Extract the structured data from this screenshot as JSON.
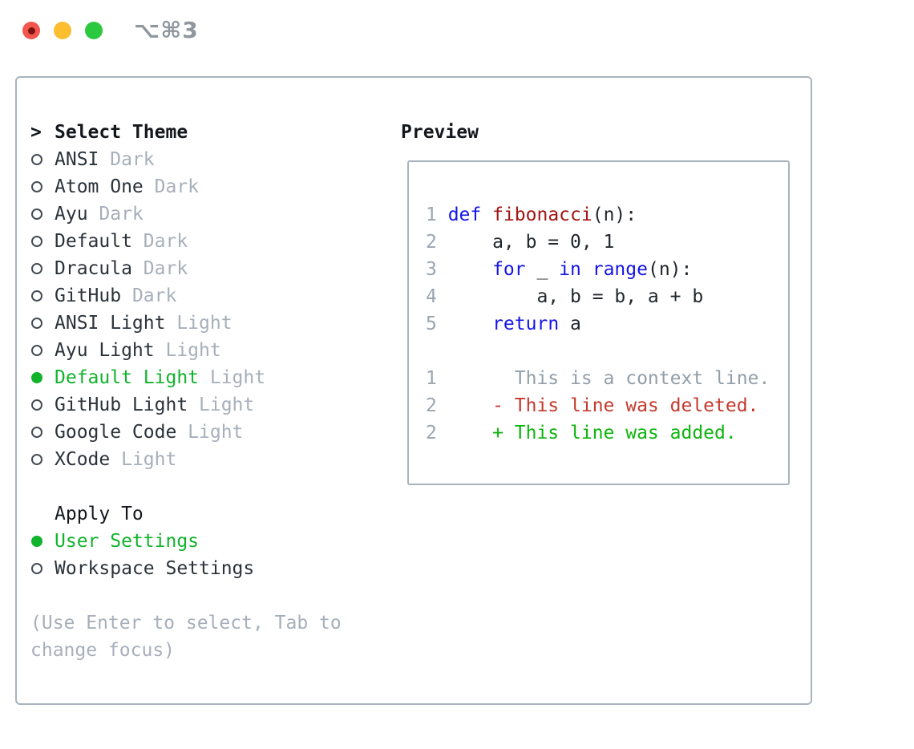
{
  "window": {
    "shortcut_label": "⌥⌘3"
  },
  "colors": {
    "green": "#12b32c",
    "add-green": "#0db50d",
    "blue": "#1414e8",
    "dark-red": "#a31515",
    "red": "#c43a2e",
    "muted": "#a7afbb",
    "line-number": "#9aa5b2",
    "context": "#939ea9",
    "border": "#aab3bd",
    "traffic-red": "#f2564d",
    "traffic-yellow": "#fcbd2e",
    "traffic-green": "#2bc840"
  },
  "theme_list": {
    "prompt": ">",
    "title": "Select Theme",
    "items": [
      {
        "name": "ANSI",
        "variant": "Dark",
        "selected": false
      },
      {
        "name": "Atom One",
        "variant": "Dark",
        "selected": false
      },
      {
        "name": "Ayu",
        "variant": "Dark",
        "selected": false
      },
      {
        "name": "Default",
        "variant": "Dark",
        "selected": false
      },
      {
        "name": "Dracula",
        "variant": "Dark",
        "selected": false
      },
      {
        "name": "GitHub",
        "variant": "Dark",
        "selected": false
      },
      {
        "name": "ANSI Light",
        "variant": "Light",
        "selected": false
      },
      {
        "name": "Ayu Light",
        "variant": "Light",
        "selected": false
      },
      {
        "name": "Default Light",
        "variant": "Light",
        "selected": true
      },
      {
        "name": "GitHub Light",
        "variant": "Light",
        "selected": false
      },
      {
        "name": "Google Code",
        "variant": "Light",
        "selected": false
      },
      {
        "name": "XCode",
        "variant": "Light",
        "selected": false
      }
    ]
  },
  "apply_to": {
    "title": "Apply To",
    "options": [
      {
        "label": "User Settings",
        "selected": true
      },
      {
        "label": "Workspace Settings",
        "selected": false
      }
    ]
  },
  "footer_hint": {
    "line1": "(Use Enter to select, Tab to",
    "line2": "change focus)"
  },
  "preview": {
    "title": "Preview",
    "lines": [
      {
        "num": "1",
        "segs": [
          {
            "t": "def",
            "c": "kw"
          },
          {
            "t": " ",
            "c": "pl"
          },
          {
            "t": "fibonacci",
            "c": "fn"
          },
          {
            "t": "(n):",
            "c": "pl"
          }
        ]
      },
      {
        "num": "2",
        "segs": [
          {
            "t": "    a, b = 0, 1",
            "c": "pl"
          }
        ]
      },
      {
        "num": "3",
        "segs": [
          {
            "t": "    ",
            "c": "pl"
          },
          {
            "t": "for",
            "c": "kw"
          },
          {
            "t": " _ ",
            "c": "pl"
          },
          {
            "t": "in",
            "c": "kw"
          },
          {
            "t": " ",
            "c": "pl"
          },
          {
            "t": "range",
            "c": "kw"
          },
          {
            "t": "(n):",
            "c": "pl"
          }
        ]
      },
      {
        "num": "4",
        "segs": [
          {
            "t": "        a, b = b, a + b",
            "c": "pl"
          }
        ]
      },
      {
        "num": "5",
        "segs": [
          {
            "t": "    ",
            "c": "pl"
          },
          {
            "t": "return",
            "c": "kw"
          },
          {
            "t": " a",
            "c": "pl"
          }
        ]
      },
      {
        "blank": true
      },
      {
        "num": "1",
        "segs": [
          {
            "t": "      This is a context line.",
            "c": "ctx"
          }
        ]
      },
      {
        "num": "2",
        "segs": [
          {
            "t": "    - This line was deleted.",
            "c": "del"
          }
        ]
      },
      {
        "num": "2",
        "segs": [
          {
            "t": "    + This line was added.",
            "c": "add"
          }
        ]
      }
    ]
  }
}
